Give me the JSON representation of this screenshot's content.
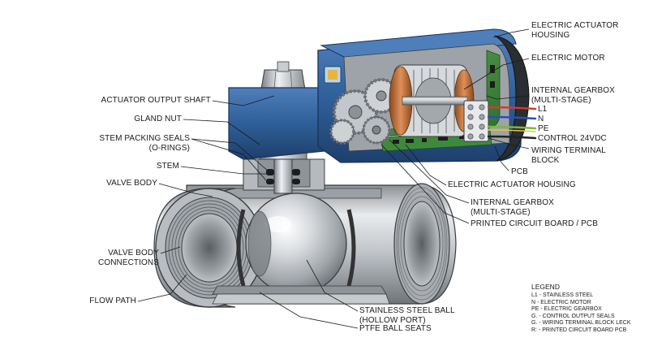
{
  "labels": {
    "actuator_housing": [
      "ELECTRIC ACTUATOR",
      "HOUSING"
    ],
    "electric_motor": [
      "ELECTRIC MOTOR"
    ],
    "internal_gearbox_top": [
      "INTERNAL GEARBOX",
      "(MULTI-STAGE)"
    ],
    "wire_l1": "L1",
    "wire_n": "N",
    "wire_pe": "PE",
    "wire_control": "CONTROL 24VDC",
    "wiring_terminal_block": [
      "WIRING TERMINAL",
      "BLOCK"
    ],
    "pcb": [
      "PCB"
    ],
    "actuator_output_shaft": [
      "ACTUATOR OUTPUT SHAFT"
    ],
    "gland_nut": [
      "GLAND NUT"
    ],
    "stem_packing_seals": [
      "STEM PACKING SEALS",
      "(O-RINGS)"
    ],
    "stem": [
      "STEM"
    ],
    "valve_body": [
      "VALVE BODY"
    ],
    "valve_body_connections": [
      "VALVE BODY",
      "CONNECTIONS"
    ],
    "flow_path": [
      "FLOW PATH"
    ],
    "electric_actuator_housing": [
      "ELECTRIC ACTUATOR HOUSING"
    ],
    "internal_gearbox_bottom": [
      "INTERNAL GEARBOX",
      "(MULTI-STAGE)"
    ],
    "printed_circuit_board": [
      "PRINTED CIRCUIT BOARD / PCB"
    ],
    "stainless_steel_ball": [
      "STAINLESS STEEL BALL",
      "(HOLLOW PORT)"
    ],
    "ptfe_ball_seats": [
      "PTFE BALL SEATS"
    ]
  },
  "legend": {
    "title": "LEGEND",
    "items": [
      "L1 - STAINLESS STEEL",
      "N - ELECTRIC MOTOR",
      "PE - ELECTRIC GEARBOX",
      "G. - CONTROL OUTPUT SEALS",
      "G. - WIRING TERMINAL BLOCK LECK",
      "R: - PRINTED CIRCUIT BOARD PCB"
    ]
  },
  "colors": {
    "housing_blue": "#2f5f98",
    "housing_dark": "#1e3f6c",
    "steel_light": "#e4e6e8",
    "steel_mid": "#b7bbbf",
    "steel_dark": "#7b8085",
    "pcb_green": "#3e8a3c",
    "copper": "#c8763c",
    "wire_red": "#d23b2a",
    "wire_blue": "#2850b8",
    "wire_green_yellow": "#7bb83a",
    "wire_black": "#222222"
  }
}
